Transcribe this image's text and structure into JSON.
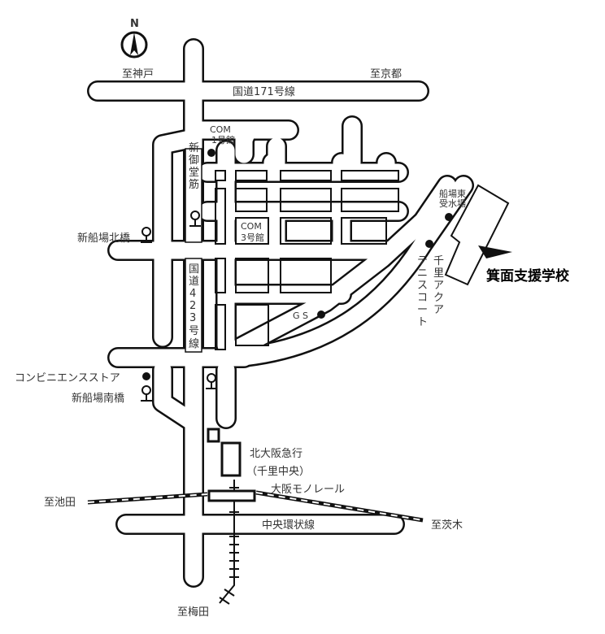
{
  "compass": {
    "label": "N",
    "icon": "north-arrow-icon"
  },
  "labels": {
    "to_kobe": "至神戸",
    "to_kyoto": "至京都",
    "route171": "国道171号線",
    "com1_line1": "COM",
    "com1_line2": "1号館",
    "shinmidosuji": "新御堂筋",
    "com3_line1": "COM",
    "com3_line2": "3号館",
    "shinfunaba_kita": "新船場北橋",
    "route423": "国道423号線",
    "gs": "G S",
    "funaba_higashi": "船場東受水場",
    "senri_aqua_tennis": "千里アクアテニスコート",
    "school": "箕面支援学校",
    "convenience": "コンビニエンスストア",
    "shinfunaba_minami": "新船場南橋",
    "kitaosaka_line1": "北大阪急行",
    "kitaosaka_line2": "（千里中央）",
    "osaka_monorail": "大阪モノレール",
    "to_ikeda": "至池田",
    "to_ibaraki": "至茨木",
    "chuo_kanjo": "中央環状線",
    "to_umeda": "至梅田"
  }
}
